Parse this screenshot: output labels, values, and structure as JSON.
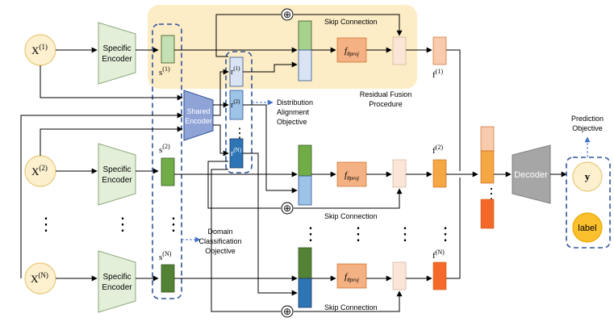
{
  "inputs": {
    "x1": {
      "base": "X",
      "sup": "(1)"
    },
    "x2": {
      "base": "X",
      "sup": "(2)"
    },
    "xn": {
      "base": "X",
      "sup": "(N)"
    }
  },
  "encoders": {
    "specific_line1": "Specific",
    "specific_line2": "Encoder",
    "shared_line1": "Shared",
    "shared_line2": "Encoder"
  },
  "features": {
    "s1": {
      "base": "s",
      "sup": "(1)"
    },
    "s2": {
      "base": "s",
      "sup": "(2)"
    },
    "sn": {
      "base": "s",
      "sup": "(N)"
    },
    "r1": {
      "base": "r",
      "sup": "(1)"
    },
    "r2": {
      "base": "r",
      "sup": "(2)"
    },
    "rn": {
      "base": "r",
      "sup": "(N)"
    },
    "f1": {
      "base": "f",
      "sup": "(1)"
    },
    "f2": {
      "base": "f",
      "sup": "(2)"
    },
    "fn": {
      "base": "f",
      "sup": "(N)"
    }
  },
  "proj": {
    "base": "f",
    "sub": "θproj"
  },
  "labels": {
    "skip_connection": "Skip Connection",
    "residual_line1": "Residual Fusion",
    "residual_line2": "Procedure",
    "dist_line1": "Distribution",
    "dist_line2": "Alignment",
    "dist_line3": "Objective",
    "domain_line1": "Domain",
    "domain_line2": "Classification",
    "domain_line3": "Objective",
    "prediction_line1": "Prediction",
    "prediction_line2": "Objective",
    "decoder": "Decoder",
    "y": "y",
    "label": "label",
    "plus": "⊕",
    "vdots": "⋮"
  },
  "colors": {
    "input_fill": "#fdf0cf",
    "input_stroke": "#e8c97a",
    "encoder_fill": "#e3efd9",
    "encoder_stroke": "#8aa77a",
    "shared_fill": "#8fa3d6",
    "residual_bg": "#fdedc6",
    "dashed_blue": "#2f5597",
    "proj_fill": "#f4b183",
    "decoder_fill": "#a6a6a6",
    "arrow_blue": "#4472c4"
  }
}
